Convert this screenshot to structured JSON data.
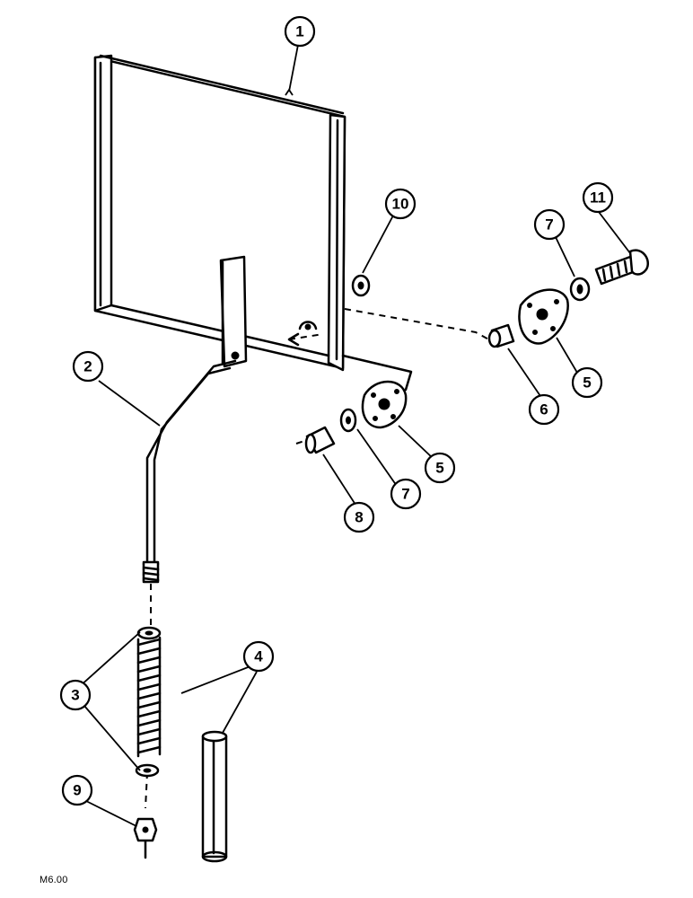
{
  "callouts": [
    {
      "number": "1"
    },
    {
      "number": "2"
    },
    {
      "number": "3"
    },
    {
      "number": "4"
    },
    {
      "number": "5"
    },
    {
      "number": "5"
    },
    {
      "number": "6"
    },
    {
      "number": "7"
    },
    {
      "number": "7"
    },
    {
      "number": "8"
    },
    {
      "number": "9"
    },
    {
      "number": "10"
    },
    {
      "number": "11"
    }
  ],
  "figure_code": "M6.00"
}
